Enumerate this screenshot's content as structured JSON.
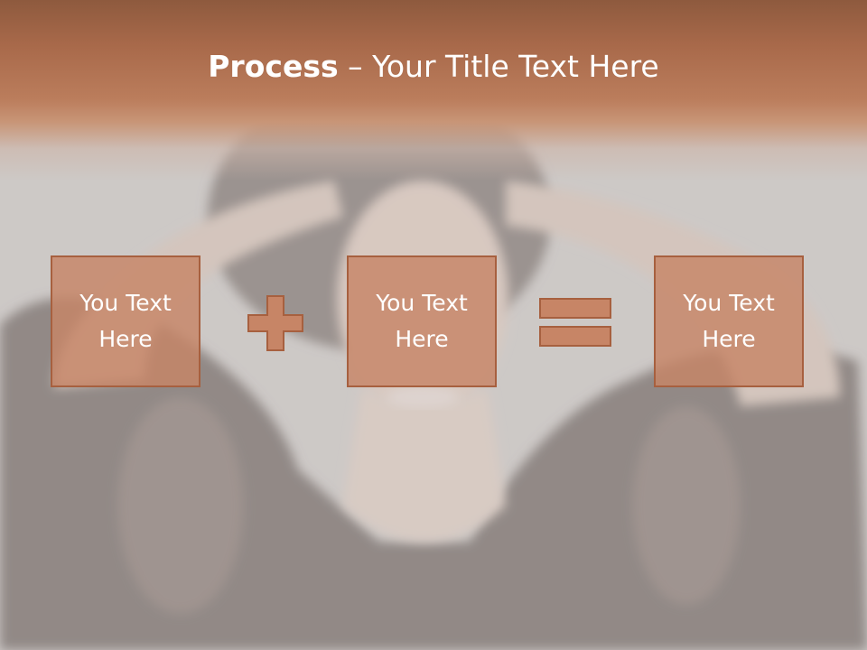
{
  "slide": {
    "title_bold": "Process",
    "title_rest": " – Your Title Text Here",
    "boxes": [
      {
        "text": "You Text Here"
      },
      {
        "text": "You Text Here"
      },
      {
        "text": "You Text Here"
      }
    ],
    "operators": {
      "plus": "plus-icon",
      "equals": "equals-icon"
    },
    "colors": {
      "header": "#b97a59",
      "box_fill": "#c78566",
      "box_border": "#a7603f",
      "text": "#ffffff"
    }
  }
}
